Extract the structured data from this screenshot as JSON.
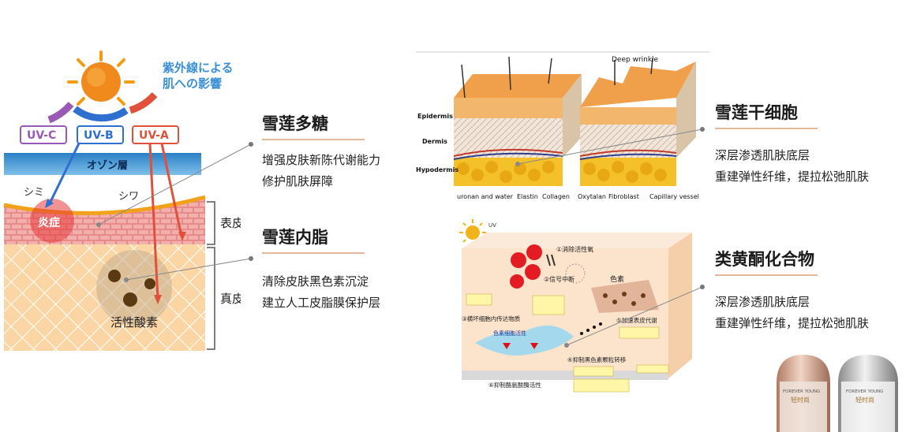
{
  "left_diagram": {
    "uv_title_line1": "紫外線による",
    "uv_title_line2": "肌への影響",
    "uv_c": "UV-C",
    "uv_b": "UV-B",
    "uv_a": "UV-A",
    "ozone": "オゾン層",
    "shimi": "シミ",
    "shiwa": "シワ",
    "inflammation": "炎症",
    "epidermis": "表皮",
    "dermis": "真皮",
    "active_oxygen": "活性酸素"
  },
  "features": [
    {
      "title": "雪莲多糖",
      "lines": [
        "增强皮肤新陈代谢能力",
        "修护肌肤屏障"
      ]
    },
    {
      "title": "雪莲内脂",
      "lines": [
        "清除皮肤黑色素沉淀",
        "建立人工皮脂膜保护层"
      ]
    },
    {
      "title": "雪莲干细胞",
      "lines": [
        "深层渗透肌肤底层",
        "重建弹性纤维，提拉松弛肌肤"
      ]
    },
    {
      "title": "类黄酮化合物",
      "lines": [
        "深层渗透肌肤底层",
        "重建弹性纤维，提拉松弛肌肤"
      ]
    }
  ],
  "skin_diagram": {
    "deep_wrinkle": "Deep wrinkle",
    "epidermis": "Epidermis",
    "dermis": "Dermis",
    "hypodermis": "Hypodermis",
    "labels": [
      "uronan and water",
      "Elastin",
      "Collagen",
      "Oxytalan",
      "Fibroblast",
      "Capillary vessel"
    ]
  },
  "melanin_diagram": {
    "uv": "UV",
    "step1": "①消除活性氧",
    "step2": "②信号中断",
    "step3": "③横坏细胞内传达物质",
    "step4": "④抑制黑色素颗粒转移",
    "step5": "⑤加速表皮代谢",
    "step6": "⑥抑制酪氨酸酶活性",
    "pigment": "色素",
    "melanocyte": "色素细胞活性"
  },
  "product": {
    "brand1": "FOREVER YOUNG",
    "brand2": "FOREVER YOUNG",
    "cn1": "轻时尚",
    "cn2": "轻时尚"
  },
  "colors": {
    "accent_divider": "#e6b89a",
    "uv_c": "#9b59b6",
    "uv_b": "#2f6fd0",
    "uv_a": "#e0503a",
    "sun": "#f39c12"
  }
}
